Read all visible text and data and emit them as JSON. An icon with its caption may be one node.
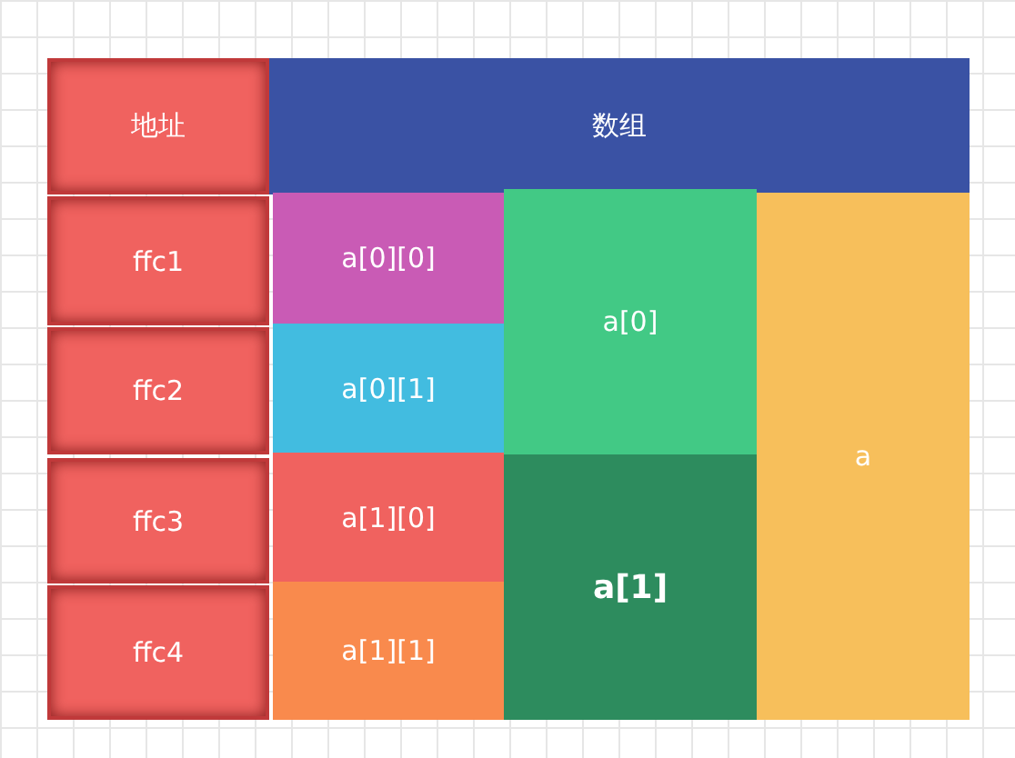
{
  "diagram": {
    "nodes": [
      {
        "text": [
          "地址"
        ]
      },
      {
        "text": [
          "数组"
        ]
      },
      {
        "text": [
          "ffc1"
        ]
      },
      {
        "text": [
          "a[0][0]"
        ]
      },
      {
        "text": [
          "a[0]"
        ]
      },
      {
        "text": [
          "a"
        ]
      },
      {
        "text": [
          "ffc2"
        ]
      },
      {
        "text": [
          "a[0][1]"
        ]
      },
      {
        "text": [
          "ffc3"
        ]
      },
      {
        "text": [
          "a[1][0]"
        ]
      },
      {
        "text": [
          "a[1]"
        ]
      },
      {
        "text": [
          "ffc4"
        ]
      },
      {
        "text": [
          "a[1][1]"
        ]
      }
    ],
    "edges": []
  }
}
